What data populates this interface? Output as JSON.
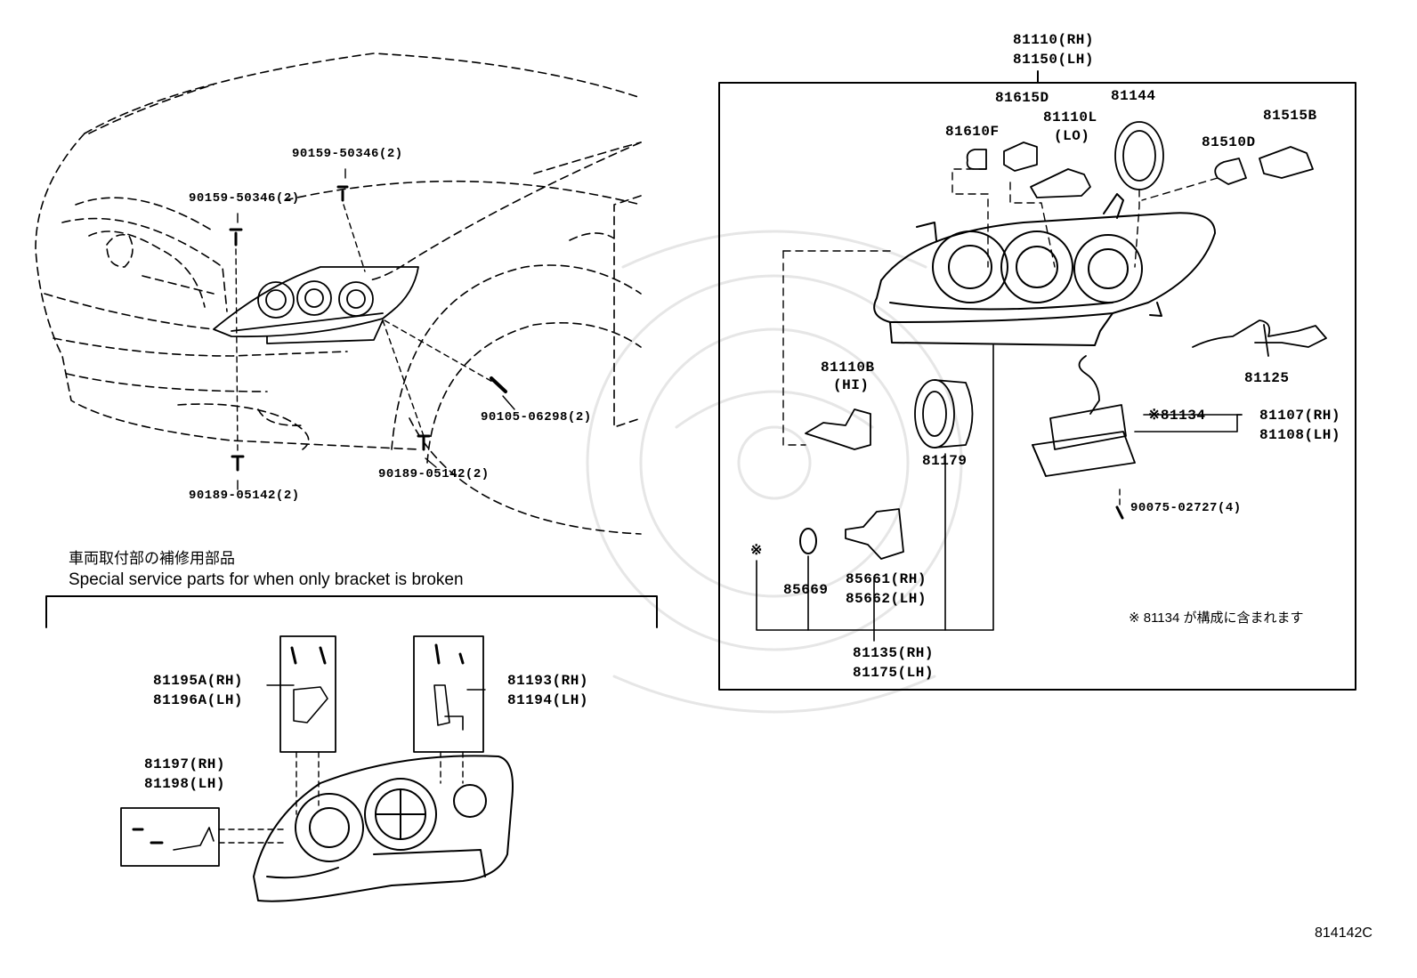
{
  "labels": {
    "p81110": "81110(RH)",
    "p81150": "81150(LH)",
    "p81615D": "81615D",
    "p81144": "81144",
    "p81110L": "81110L",
    "p81110L_sub": "(LO)",
    "p81610F": "81610F",
    "p81515B": "81515B",
    "p81510D": "81510D",
    "p90159a": "90159-50346(2)",
    "p90159b": "90159-50346(2)",
    "p90105": "90105-06298(2)",
    "p90189a": "90189-05142(2)",
    "p90189b": "90189-05142(2)",
    "p81110B": "81110B",
    "p81110B_sub": "(HI)",
    "p81179": "81179",
    "p81125": "81125",
    "p81134": "※81134",
    "p81107": "81107(RH)",
    "p81108": "81108(LH)",
    "p90075": "90075-02727(4)",
    "p85661": "85661(RH)",
    "p85662": "85662(LH)",
    "p85669": "85669",
    "p81135": "81135(RH)",
    "p81175": "81175(LH)",
    "mark_left": "※",
    "note_81134": "※ 81134 が構成に含まれます",
    "p81195A": "81195A(RH)",
    "p81196A": "81196A(LH)",
    "p81193": "81193(RH)",
    "p81194": "81194(LH)",
    "p81197": "81197(RH)",
    "p81198": "81198(LH)"
  },
  "section": {
    "title_jp": "車両取付部の補修用部品",
    "title_en": "Special service parts for when only bracket is broken"
  },
  "figure_code": "814142C"
}
